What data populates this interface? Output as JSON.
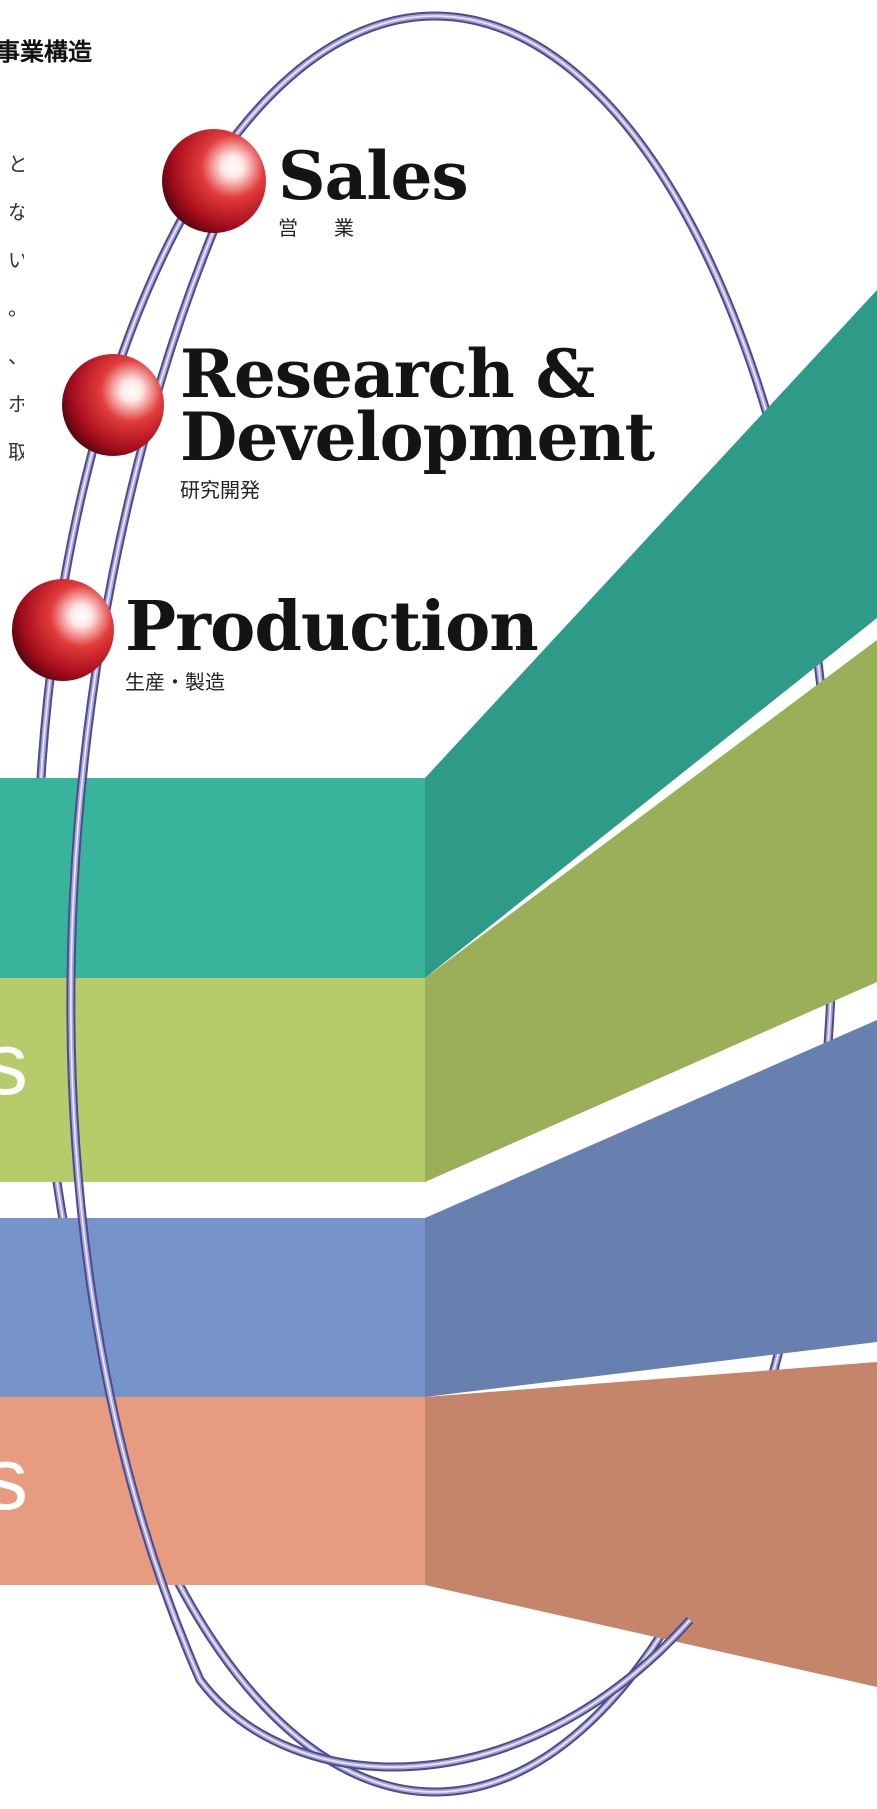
{
  "header": {
    "title_partial": "ucture",
    "title_jp": "事業構造"
  },
  "side_text_glyphs": [
    "と",
    "な",
    "い",
    "。",
    "、",
    "ホ",
    "取"
  ],
  "band_glyphs": [
    "s",
    "s"
  ],
  "nodes": [
    {
      "id": "sales",
      "label": "Sales",
      "sub": "営　業"
    },
    {
      "id": "rd",
      "label_line1": "Research &",
      "label_line2": "Development",
      "sub": "研究開発"
    },
    {
      "id": "production",
      "label": "Production",
      "sub": "生産・製造"
    }
  ],
  "colors": {
    "ring": "#7a78b8",
    "ring_highlight": "#e6e4f6",
    "sphere": "#c8102e",
    "heading": "#4a4f9e",
    "bands": [
      {
        "front": "#38b49d",
        "side": "#2d9b88"
      },
      {
        "front": "#b8cb6a",
        "side": "#9baf58"
      },
      {
        "front": "#7694c9",
        "side": "#6780b0"
      },
      {
        "front": "#e89c7f",
        "side": "#c4856a"
      }
    ]
  }
}
